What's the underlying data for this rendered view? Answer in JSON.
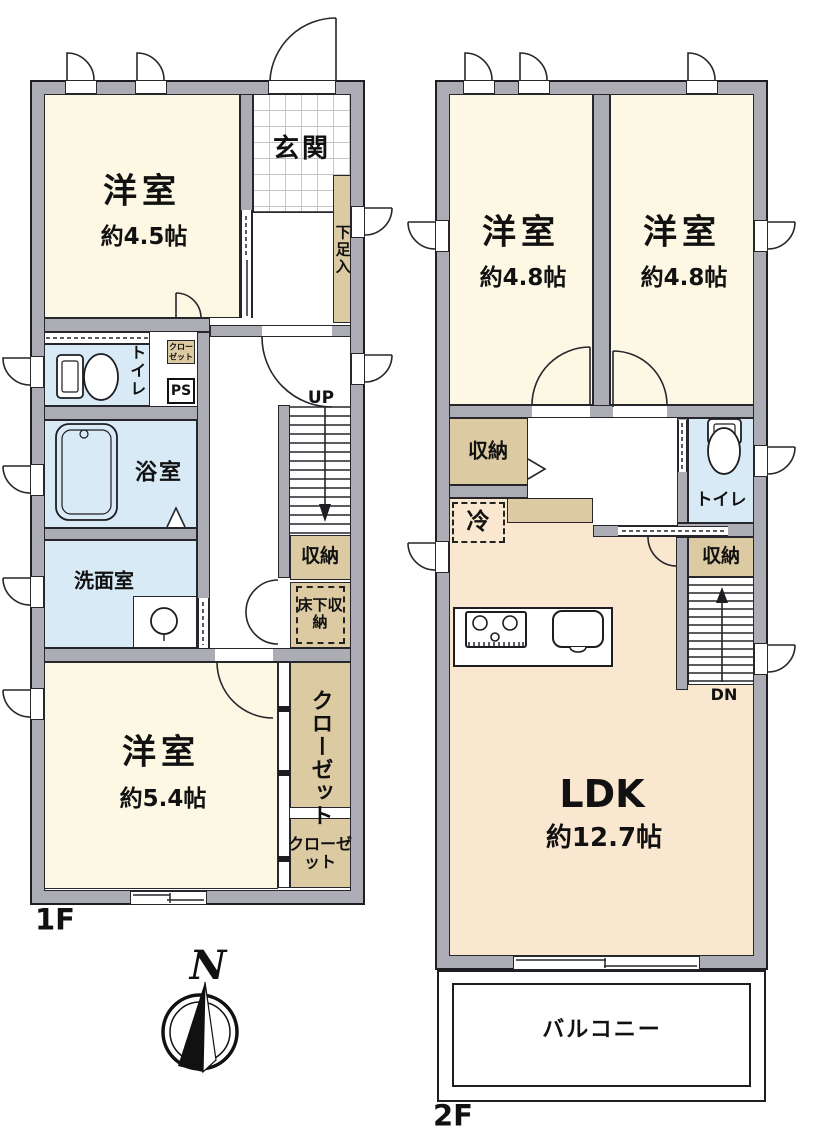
{
  "palette": {
    "wall_gray": "#acacb4",
    "room_cream": "#fcf8e3",
    "water_blue": "#d8eaf6",
    "storage_tan": "#dccaa2",
    "ldk_peach": "#f9e7cf",
    "line": "#26262c"
  },
  "floor1": {
    "label": "1F",
    "room_45": {
      "name": "洋室",
      "area": "約4.5帖"
    },
    "room_54": {
      "name": "洋室",
      "area": "約5.4帖"
    },
    "genkan": "玄関",
    "shoe_box": "下足入",
    "toilet": "トイレ",
    "closet_small": "クローゼット",
    "pipe_space": "PS",
    "bath": "浴室",
    "washroom": "洗面室",
    "up": "UP",
    "storage": "収納",
    "underfloor": "床下収納",
    "closet_side": "クローゼット",
    "closet_bottom": "クローゼット"
  },
  "floor2": {
    "label": "2F",
    "room_left": {
      "name": "洋室",
      "area": "約4.8帖"
    },
    "room_right": {
      "name": "洋室",
      "area": "約4.8帖"
    },
    "storage_hall": "収納",
    "toilet": "トイレ",
    "fridge": "冷",
    "storage_stairs": "収納",
    "dn": "DN",
    "ldk": {
      "name": "LDK",
      "area": "約12.7帖"
    },
    "balcony": "バルコニー"
  },
  "compass": {
    "n": "N"
  }
}
